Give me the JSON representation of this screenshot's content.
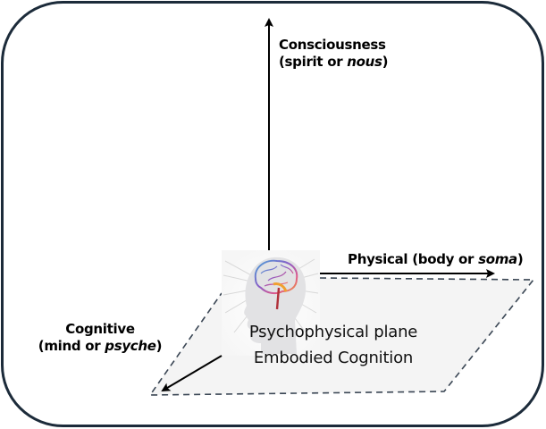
{
  "diagram": {
    "title": "Psychophysical plane with consciousness axis",
    "colors": {
      "frame": "#1c2b3a",
      "plane_fill": "#f4f4f4",
      "plane_dash": "#3a4654",
      "arrow": "#000000",
      "text": "#000000"
    },
    "axes": {
      "consciousness": {
        "line1": "Consciousness",
        "line2_open": "(spirit or ",
        "line2_italic": "nous",
        "line2_close": ")"
      },
      "physical": {
        "text": "Physical (body or ",
        "italic": "soma",
        "close": ")"
      },
      "cognitive": {
        "line1": "Cognitive",
        "line2_open": "(mind or ",
        "line2_italic": "psyche",
        "line2_close": ")"
      }
    },
    "plane": {
      "line1": "Psychophysical plane",
      "line2": "Embodied Cognition"
    },
    "center_image": {
      "icon": "head-brain-icon",
      "description": "Human head profile with colorful brain and radiating lines"
    }
  }
}
